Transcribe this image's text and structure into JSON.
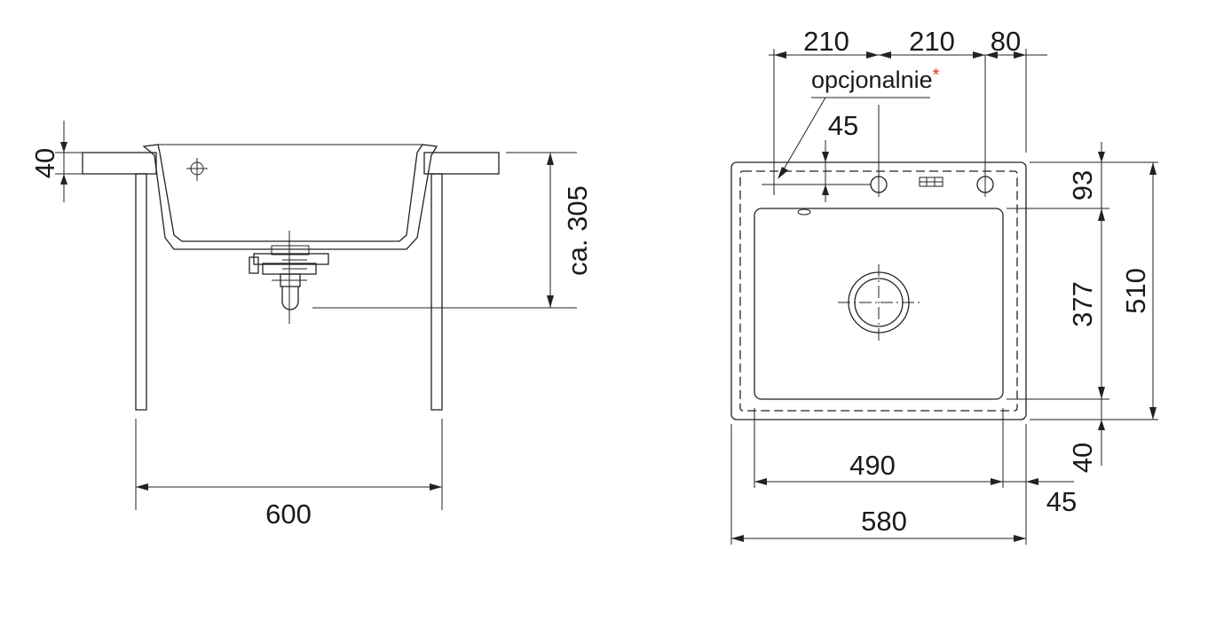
{
  "side_view": {
    "dim_width": "600",
    "dim_rim": "40",
    "dim_depth": "ca. 305"
  },
  "top_view": {
    "dim_hole_1": "210",
    "dim_hole_2": "210",
    "dim_hole_3": "80",
    "optional_label": "opcjonalnie",
    "optional_mark": "*",
    "dim_hole_offset": "45",
    "dim_top_margin": "93",
    "dim_bowl_depth": "377",
    "dim_total_depth": "510",
    "dim_bottom_margin": "40",
    "dim_bowl_width": "490",
    "dim_side_margin": "45",
    "dim_total_width": "580"
  },
  "colors": {
    "line": "#222222",
    "asterisk": "#e0312b"
  }
}
